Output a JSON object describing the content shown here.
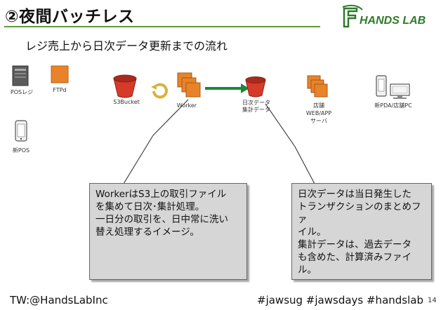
{
  "header": {
    "title": "②夜間バッチレス",
    "logo_text": "HANDS LAB",
    "subtitle": "レジ売上から日次データ更新までの流れ"
  },
  "diagram": {
    "pos_register_label": "POSレジ",
    "ftpd_label": "FTPd",
    "new_pos_label": "新POS",
    "s3_bucket_label": "S3Bucket",
    "worker_label": "Worker",
    "daily_data_label_1": "日次データ",
    "daily_data_label_2": "集計データ",
    "store_server_label_1": "店舗",
    "store_server_label_2": "WEB/APP",
    "store_server_label_3": "サーバ",
    "new_pda_label": "新PDA/店舗PC"
  },
  "callouts": {
    "worker_note": "WorkerはS3上の取引ファイル\nを集めて日次･集計処理。\n一日分の取引を、日中常に洗い\n替え処理するイメージ。",
    "data_note": "日次データは当日発生した\nトランザクションのまとめファ\nイル。\n集計データは、過去データ\nも含めた、計算済みファイル。"
  },
  "footer": {
    "left": "TW:@HandsLabInc",
    "right": "#jawsug #jawsdays #handslab",
    "page": "14"
  },
  "colors": {
    "aws_orange": "#e8832a",
    "bucket_red": "#d63b2a",
    "arrow_green": "#1a8a3a",
    "rule_green": "#5a9a3a",
    "callout_gray": "#d6d6d6"
  }
}
